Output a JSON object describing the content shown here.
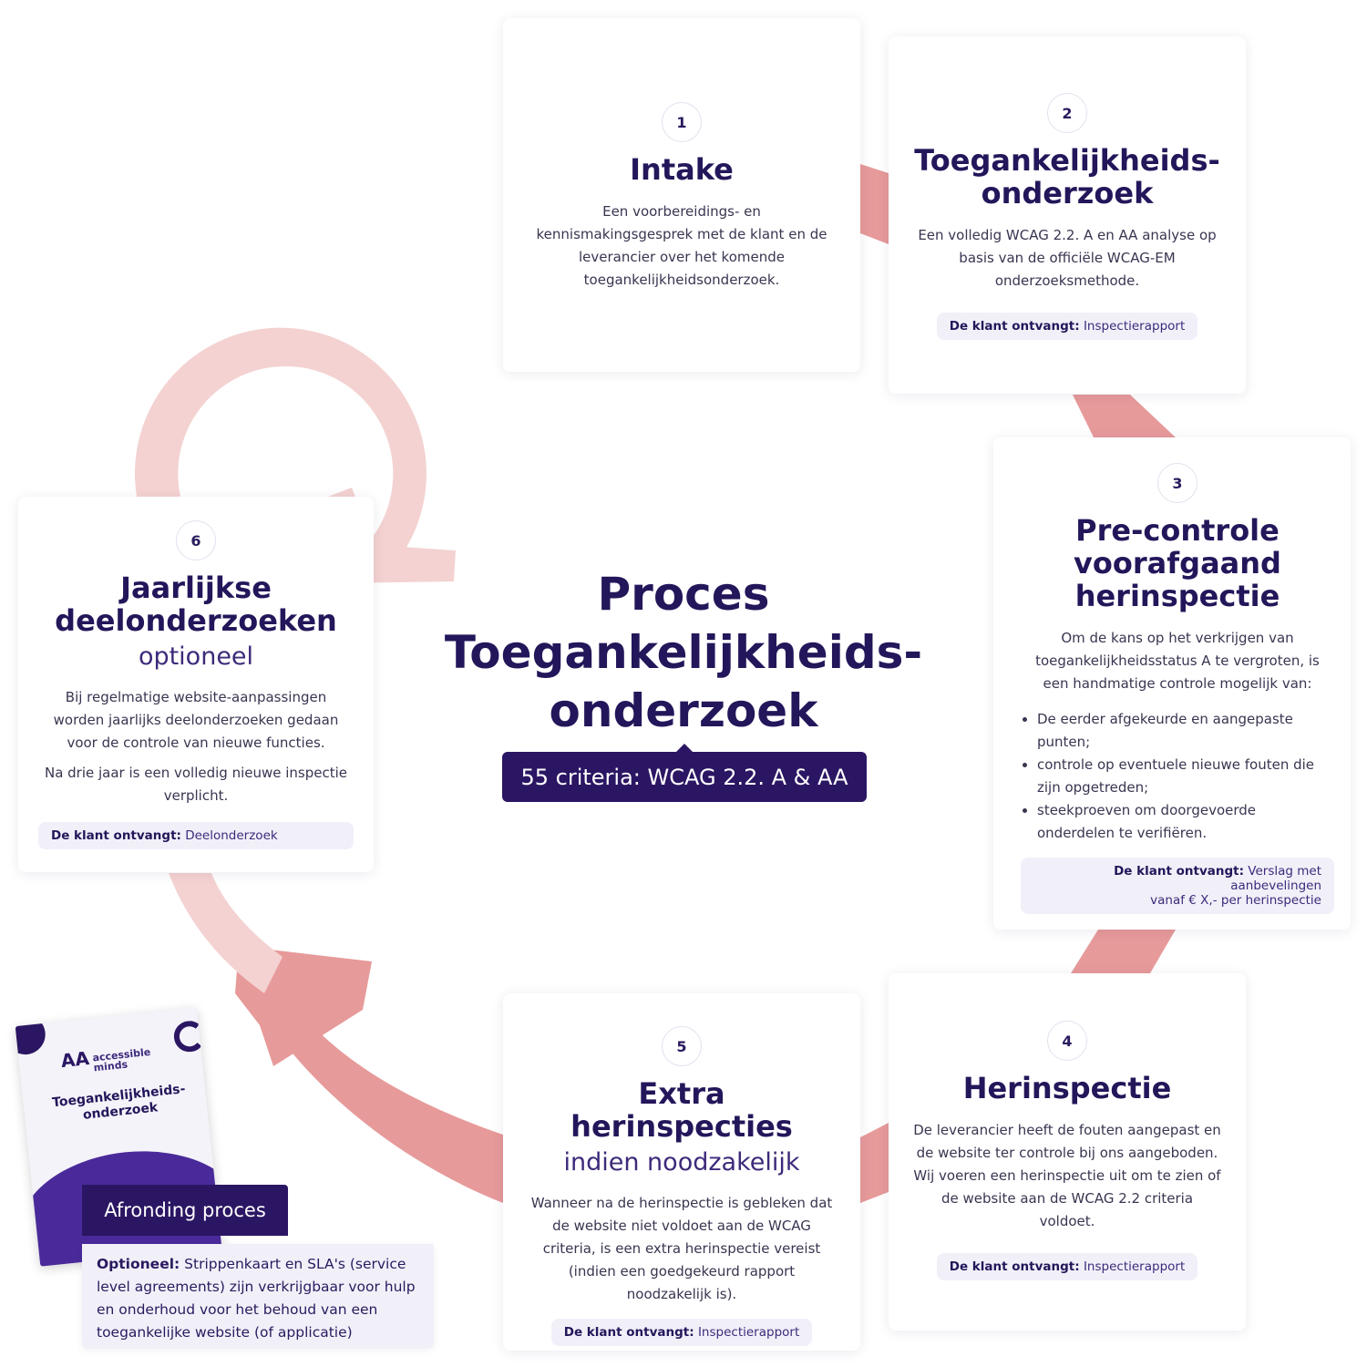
{
  "center": {
    "title_line1": "Proces",
    "title_line2": "Toegankelijkheids-",
    "title_line3": "onderzoek",
    "badge": "55 criteria: WCAG 2.2. A & AA"
  },
  "steps": [
    {
      "number": "1",
      "title": "Intake",
      "body": "Een voorbereidings- en kennismakingsgesprek met de klant en de leverancier over het komende toegankelijkheidsonderzoek."
    },
    {
      "number": "2",
      "title_line1": "Toegankelijkheids-",
      "title_line2": "onderzoek",
      "body": "Een volledig WCAG 2.2. A en AA analyse op basis van de officiële WCAG-EM onderzoeksmethode.",
      "receives_label": "De klant ontvangt:",
      "receives_value": "Inspectierapport"
    },
    {
      "number": "3",
      "title_line1": "Pre-controle",
      "title_line2": "voorafgaand",
      "title_line3": "herinspectie",
      "body": "Om de kans op het verkrijgen van toegankelijkheidsstatus A te vergroten, is een handmatige controle mogelijk van:",
      "bullets": [
        "De eerder afgekeurde en aangepaste punten;",
        "controle op eventuele nieuwe fouten die zijn opgetreden;",
        "steekproeven om doorgevoerde onderdelen te verifiëren."
      ],
      "receives_label": "De klant ontvangt:",
      "receives_value_line1": "Verslag met aanbevelingen",
      "receives_value_line2": "vanaf € X,- per herinspectie"
    },
    {
      "number": "4",
      "title": "Herinspectie",
      "body": "De leverancier heeft de fouten aangepast en de website ter controle bij ons aangeboden. Wij voeren een herinspectie uit om te zien of de website aan de WCAG 2.2 criteria voldoet.",
      "receives_label": "De klant ontvangt:",
      "receives_value": "Inspectierapport"
    },
    {
      "number": "5",
      "title": "Extra herinspecties",
      "subtitle": "indien noodzakelijk",
      "body": "Wanneer na de herinspectie is gebleken dat de website niet voldoet aan de WCAG criteria, is een extra herinspectie vereist (indien een goedgekeurd rapport noodzakelijk is).",
      "receives_label": "De klant ontvangt:",
      "receives_value": "Inspectierapport"
    },
    {
      "number": "6",
      "title_line1": "Jaarlijkse",
      "title_line2": "deelonderzoeken",
      "subtitle": "optioneel",
      "body": "Bij regelmatige website-aanpassingen worden jaarlijks deelonderzoeken gedaan voor de controle van nieuwe functies.",
      "body2": "Na drie jaar is een volledig nieuwe inspectie verplicht.",
      "receives_label": "De klant ontvangt:",
      "receives_value": "Deelonderzoek"
    }
  ],
  "completion": {
    "label": "Afronding proces",
    "optional_label": "Optioneel:",
    "optional_text": "Strippenkaart en SLA's (service level agreements) zijn verkrijgbaar voor hulp en onderhoud voor het behoud van een toegankelijke website (of applicatie)",
    "brochure_brand_line1": "accessible",
    "brochure_brand_line2": "minds",
    "brochure_title_line1": "Toegankelijkheids-",
    "brochure_title_line2": "onderzoek"
  },
  "colors": {
    "primary": "#2b1663",
    "arrow": "#e79a9a",
    "arrow_light": "#f4d2d2",
    "pill_bg": "#f1f0f9"
  }
}
